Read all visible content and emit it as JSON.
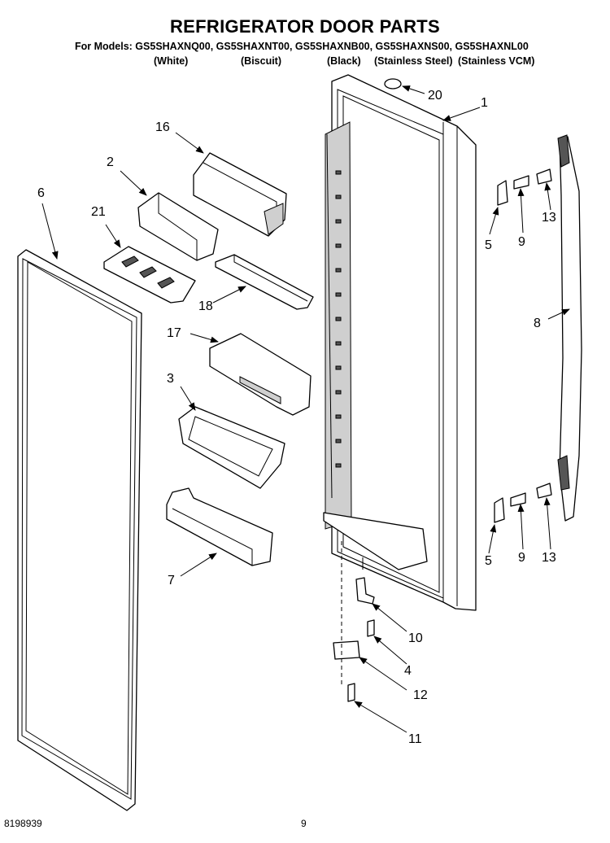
{
  "title": "REFRIGERATOR DOOR PARTS",
  "models_line": "For Models: GS5SHAXNQ00, GS5SHAXNT00, GS5SHAXNB00, GS5SHAXNS00, GS5SHAXNL00",
  "variants": [
    "(White)",
    "(Biscuit)",
    "(Black)",
    "(Stainless Steel)",
    "(Stainless VCM)"
  ],
  "callouts": {
    "c1": "1",
    "c2": "2",
    "c3": "3",
    "c4": "4",
    "c5a": "5",
    "c5b": "5",
    "c6": "6",
    "c7": "7",
    "c8": "8",
    "c9a": "9",
    "c9b": "9",
    "c10": "10",
    "c11": "11",
    "c12": "12",
    "c13a": "13",
    "c13b": "13",
    "c16": "16",
    "c17": "17",
    "c18": "18",
    "c20": "20",
    "c21": "21"
  },
  "footer": {
    "doc_number": "8198939",
    "page_number": "9"
  }
}
